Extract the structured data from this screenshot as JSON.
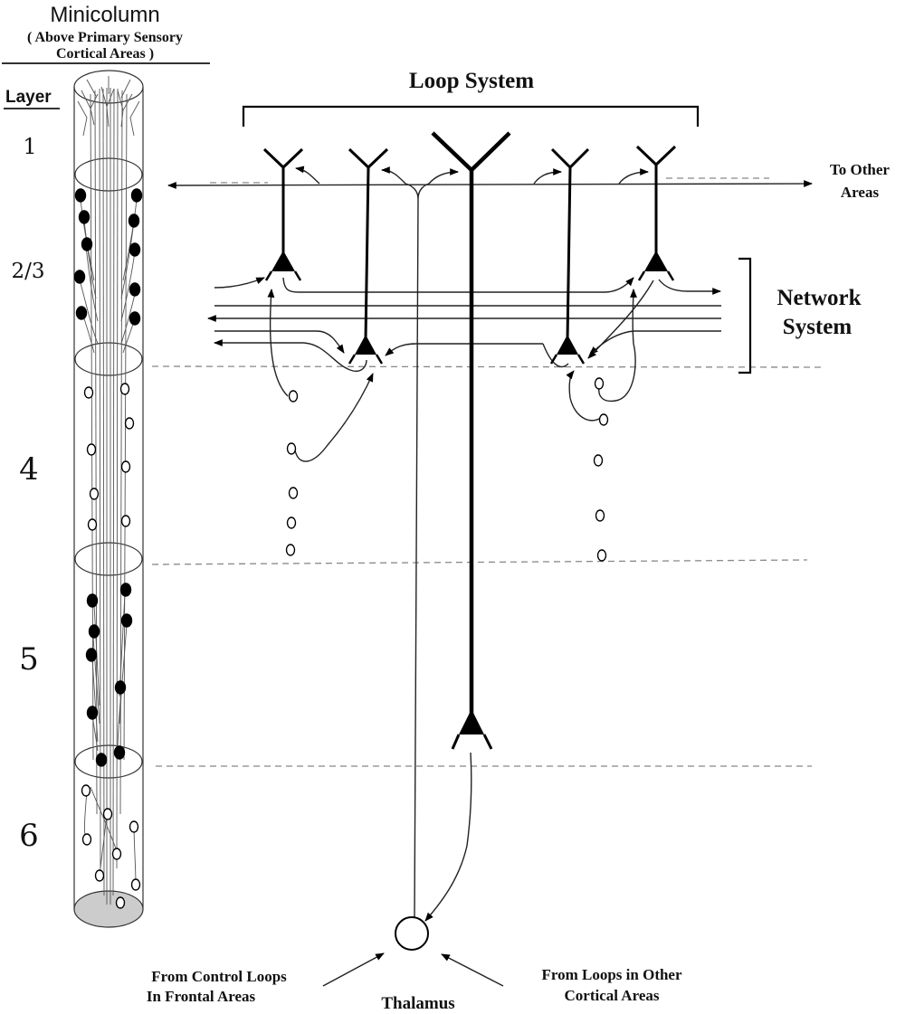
{
  "minicolumn": {
    "title": "Minicolumn",
    "subtitle_line1": "( Above Primary Sensory",
    "subtitle_line2": "Cortical Areas )"
  },
  "layers": {
    "heading": "Layer",
    "labels": [
      "1",
      "2/3",
      "4",
      "5",
      "6"
    ]
  },
  "loop_system": {
    "label": "Loop System"
  },
  "network_system": {
    "line1": "Network",
    "line2": "System"
  },
  "to_other_areas": {
    "line1": "To Other",
    "line2": "Areas"
  },
  "thalamus": {
    "label": "Thalamus"
  },
  "inputs": {
    "left_line1": "From Control Loops",
    "left_line2": "In Frontal Areas",
    "right_line1": "From Loops in Other",
    "right_line2": "Cortical Areas"
  }
}
